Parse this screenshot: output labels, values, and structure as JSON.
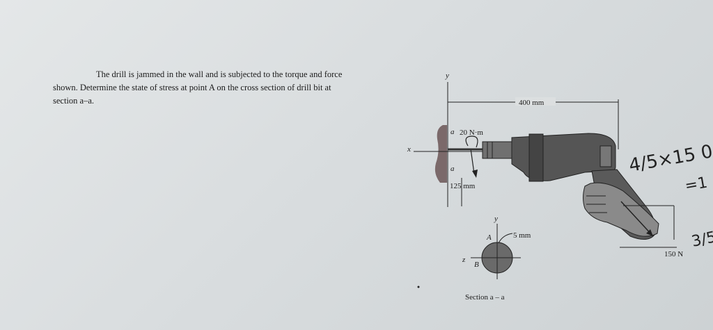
{
  "problem": {
    "text": "The drill is jammed in the wall and is subjected to the torque and force shown. Determine the state of stress at point A on the cross section of drill bit at section a–a."
  },
  "figure": {
    "axis_y": "y",
    "axis_x": "x",
    "axis_z": "z",
    "dim_length": "400 mm",
    "torque": "20 N·m",
    "dim_offset": "125 mm",
    "section_mark_top": "a",
    "section_mark_bottom": "a",
    "force": "150 N",
    "radius": "5 mm",
    "point_A": "A",
    "point_B": "B",
    "section_caption": "Section a – a",
    "section_axis_y": "y"
  },
  "annotations": {
    "line1": "4/5×15 0",
    "line2": "=1",
    "side": "3/5"
  }
}
